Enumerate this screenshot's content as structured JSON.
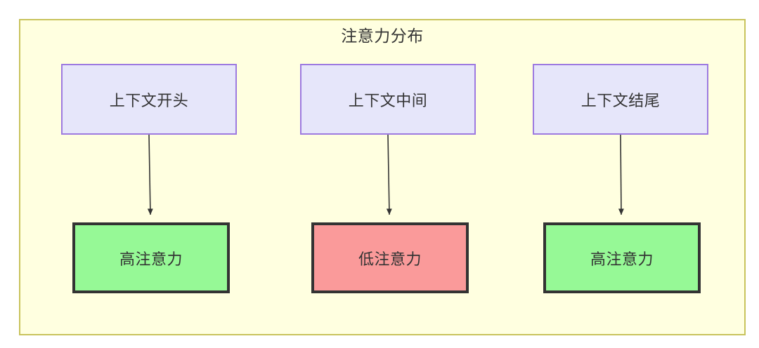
{
  "diagram": {
    "title": "注意力分布",
    "container": {
      "background_color": "#ffffe0",
      "border_color": "#c8c35c"
    },
    "columns": [
      {
        "source": {
          "label": "上下文开头",
          "fill_color": "#e6e6fa",
          "border_color": "#9d7ae0"
        },
        "result": {
          "label": "高注意力",
          "fill_color": "#96f996",
          "border_color": "#333333"
        },
        "connector": {
          "type": "arrow-down",
          "color": "#333333"
        }
      },
      {
        "source": {
          "label": "上下文中间",
          "fill_color": "#e6e6fa",
          "border_color": "#9d7ae0"
        },
        "result": {
          "label": "低注意力",
          "fill_color": "#fa9a9a",
          "border_color": "#333333"
        },
        "connector": {
          "type": "arrow-down",
          "color": "#333333"
        }
      },
      {
        "source": {
          "label": "上下文结尾",
          "fill_color": "#e6e6fa",
          "border_color": "#9d7ae0"
        },
        "result": {
          "label": "高注意力",
          "fill_color": "#96f996",
          "border_color": "#333333"
        },
        "connector": {
          "type": "arrow-down",
          "color": "#333333"
        }
      }
    ]
  }
}
